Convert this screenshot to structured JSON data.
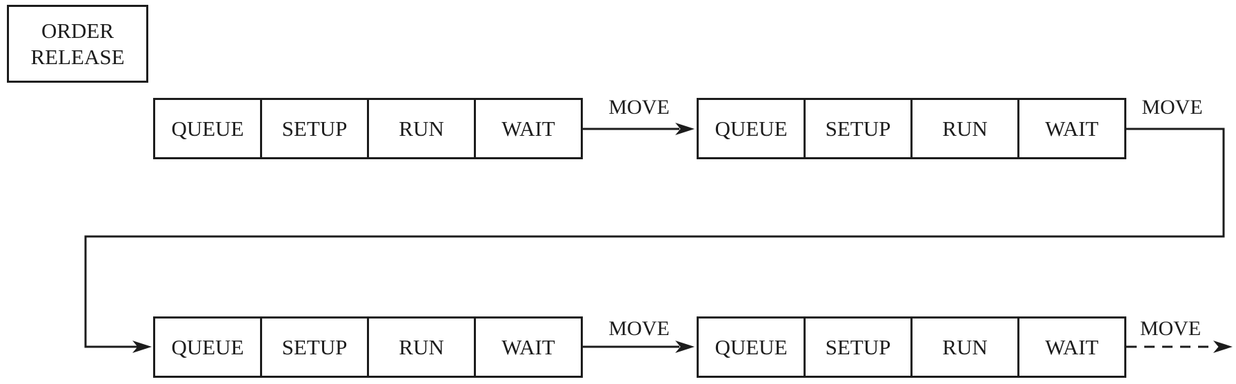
{
  "diagram": {
    "title": "order-release-and-work-center-flow",
    "colors": {
      "ink": "#1c1c1c",
      "background": "#ffffff",
      "box_background": "#ffffff"
    },
    "order_release": {
      "line1": "ORDER",
      "line2": "RELEASE"
    },
    "work_centers": [
      {
        "name": "work-center-1",
        "stages": [
          "QUEUE",
          "SETUP",
          "RUN",
          "WAIT"
        ]
      },
      {
        "name": "work-center-2",
        "stages": [
          "QUEUE",
          "SETUP",
          "RUN",
          "WAIT"
        ]
      },
      {
        "name": "work-center-3",
        "stages": [
          "QUEUE",
          "SETUP",
          "RUN",
          "WAIT"
        ]
      },
      {
        "name": "work-center-4",
        "stages": [
          "QUEUE",
          "SETUP",
          "RUN",
          "WAIT"
        ]
      }
    ],
    "connectors": [
      {
        "label": "MOVE",
        "from": "work-center-1",
        "to": "work-center-2",
        "style": "solid-arrow"
      },
      {
        "label": "MOVE",
        "from": "work-center-2",
        "to": "work-center-3",
        "style": "solid-elbow-arrow"
      },
      {
        "label": "MOVE",
        "from": "work-center-3",
        "to": "work-center-4",
        "style": "solid-arrow"
      },
      {
        "label": "MOVE",
        "from": "work-center-4",
        "to": "off-page",
        "style": "dashed-arrow"
      }
    ]
  }
}
